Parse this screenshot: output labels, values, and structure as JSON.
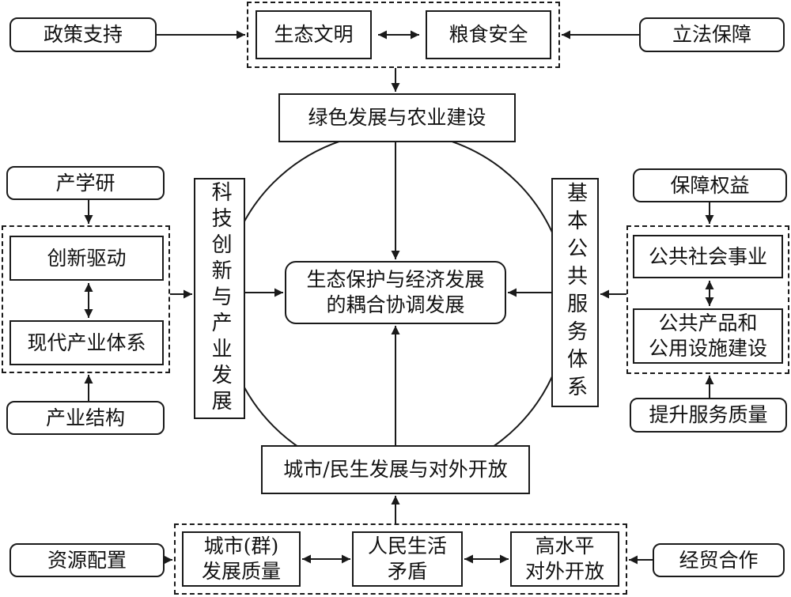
{
  "top_group": {
    "policy_support": "政策支持",
    "legislation_guarantee": "立法保障",
    "ecological_civilization": "生态文明",
    "food_security": "粮食安全"
  },
  "green_development": "绿色发展与农业建设",
  "tech_industry": "科技创新与产业发展",
  "public_services": "基本公共服务体系",
  "center": {
    "line1": "生态保护与经济发展",
    "line2": "的耦合协调发展"
  },
  "left_group": {
    "industry_academia_research": "产学研",
    "innovation_driven": "创新驱动",
    "modern_industry_system": "现代产业体系",
    "industrial_structure": "产业结构"
  },
  "right_group": {
    "safeguard_rights": "保障权益",
    "public_social_undertakings": "公共社会事业",
    "public_products": {
      "line1": "公共产品和",
      "line2": "公用设施建设"
    },
    "improve_service_quality": "提升服务质量"
  },
  "city_livelihood_opening": "城市/民生发展与对外开放",
  "bottom_group": {
    "resource_allocation": "资源配置",
    "economic_trade_cooperation": "经贸合作",
    "city_development_quality": {
      "line1": "城市(群)",
      "line2": "发展质量"
    },
    "people_livelihood_contradiction": {
      "line1": "人民生活",
      "line2": "矛盾"
    },
    "high_level_opening": {
      "line1": "高水平",
      "line2": "对外开放"
    }
  }
}
